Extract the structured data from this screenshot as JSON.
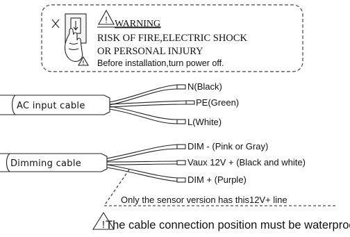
{
  "warning_box": {
    "title": "WARNING",
    "line1": "RISK OF FIRE,ELECTRIC SHOCK",
    "line2": "OR PERSONAL INJURY",
    "line3": "Before installation,turn power off."
  },
  "ac_cable": {
    "label": "AC input cable",
    "wires": [
      "N(Black)",
      "PE(Green)",
      "L(White)"
    ]
  },
  "dimming_cable": {
    "label": "Dimming cable",
    "wires": [
      "DIM - (Pink or Gray)",
      "Vaux 12V + (Black and white)",
      "DIM + (Purple)"
    ],
    "sensor_note": "Only the sensor version has this12V+ line"
  },
  "footer_note": "The cable connection position must be waterproof",
  "icons": [
    "hand-switch-off-icon",
    "warning-triangle-icon",
    "small-warning-icon",
    "footer-warning-icon"
  ]
}
